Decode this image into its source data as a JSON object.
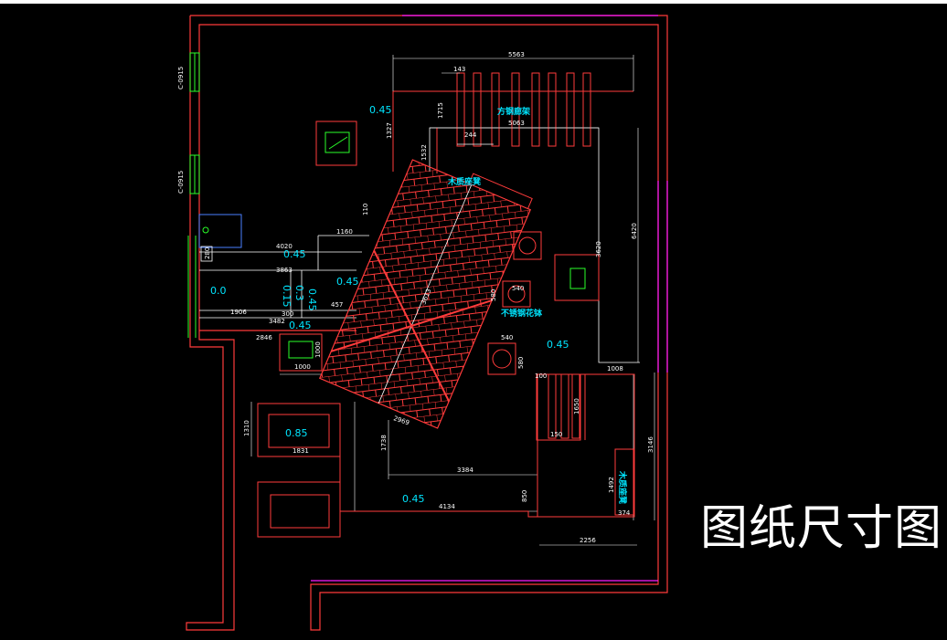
{
  "title": "图纸尺寸图",
  "colors": {
    "wall": "#ff3b3b",
    "magenta": "#ff1aff",
    "green": "#2aff2a",
    "cyan": "#00e5ff",
    "dim": "#ffffff",
    "window": "#1b7f1b"
  },
  "left_wall_labels": [
    "C-0915",
    "C-0915"
  ],
  "cyan_labels": {
    "l1": "0.45",
    "l2": "0.45",
    "l3": "0.45",
    "l4": "0.0",
    "l5": "0.15",
    "l6": "0.3",
    "l7": "0.45",
    "l8": "0.45",
    "l9": "0.45",
    "l10": "0.85",
    "l11": "0.45"
  },
  "name_labels": {
    "pergola": "方钢廊架",
    "deck": "木质座凳",
    "planter": "不锈钢花钵",
    "bench": "木质座凳"
  },
  "dims": {
    "d5563": "5563",
    "d143": "143",
    "d1715": "1715",
    "d5063": "5063",
    "d1327": "1327",
    "d1532": "1532",
    "d244": "244",
    "d6420": "6420",
    "d3620": "3620",
    "d110": "110",
    "d4020": "4020",
    "d1160": "1160",
    "d3863": "3863",
    "d280": "280",
    "d300": "300",
    "d457": "457",
    "d1906": "1906",
    "d3482": "3482",
    "d2846": "2846",
    "d1000a": "1000",
    "d1000b": "1000",
    "d3613": "3613",
    "d580": "580",
    "d540a": "540",
    "d540b": "540",
    "d580b": "580",
    "d100": "100",
    "d1008": "1008",
    "d150": "150",
    "d1650": "1650",
    "d3146": "3146",
    "d1492": "1492",
    "d374": "374",
    "d2256": "2256",
    "d3384": "3384",
    "d1738": "1738",
    "d2969": "2969",
    "d4134": "4134",
    "d850": "850",
    "d1310": "1310",
    "d1831": "1831"
  }
}
